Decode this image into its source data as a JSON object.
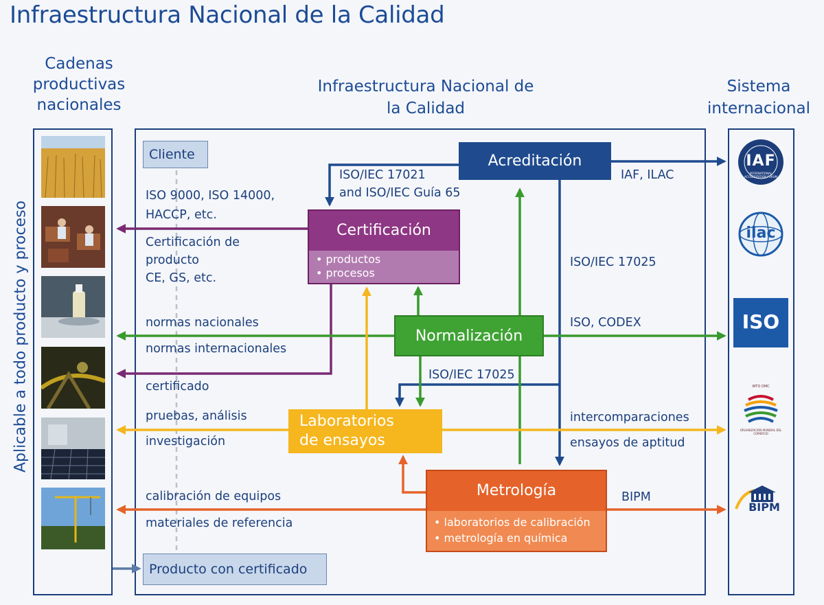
{
  "page_title": "Infraestructura Nacional de la Calidad",
  "columns": {
    "left_header": "Cadenas productivas nacionales",
    "center_header": "Infraestructura Nacional de la Calidad",
    "right_header": "Sistema internacional"
  },
  "vertical_label": "Aplicable a todo producto y proceso",
  "boxes": {
    "cliente": "Cliente",
    "producto": "Producto con certificado"
  },
  "nodes": {
    "acreditacion": {
      "title": "Acreditación",
      "color": "#1f4b8e"
    },
    "certificacion": {
      "title": "Certificación",
      "items": [
        "productos",
        "procesos"
      ],
      "color": "#8e3784"
    },
    "normalizacion": {
      "title": "Normalización",
      "color": "#3fa334"
    },
    "laboratorios": {
      "title_line1": "Laboratorios",
      "title_line2": "de ensayos",
      "color": "#f5b61e"
    },
    "metrologia": {
      "title": "Metrología",
      "items": [
        "laboratorios de calibración",
        "metrología en química"
      ],
      "color": "#e5632a"
    }
  },
  "labels": {
    "iso9000_l1": "ISO 9000, ISO 14000,",
    "iso9000_l2": "HACCP, etc.",
    "cert_prod_l1": "Certificación de",
    "cert_prod_l2": "producto",
    "cert_prod_l3": "CE, GS, etc.",
    "normas_nac": "normas nacionales",
    "normas_int": "normas internacionales",
    "certificado": "certificado",
    "pruebas": "pruebas, análisis",
    "investigacion": "investigación",
    "calibracion": "calibración de equipos",
    "materiales": "materiales de referencia",
    "iso17021_l1": "ISO/IEC 17021",
    "iso17021_l2": "and ISO/IEC Guía 65",
    "iaf_ilac": "IAF, ILAC",
    "iso17025_right": "ISO/IEC 17025",
    "iso_codex": "ISO, CODEX",
    "iso17025_mid": "ISO/IEC 17025",
    "intercomp": "intercomparaciones",
    "ensayos_apt": "ensayos de aptitud",
    "bipm": "BIPM"
  },
  "logos": {
    "iaf": "IAF",
    "iaf_ring": "INTERNATIONAL ACCREDITATION FORUM",
    "ilac": "ilac",
    "iso": "ISO",
    "wto_l1": "WTO OMC",
    "wto_l2": "ORGANIZACIÓN MUNDIAL DEL COMERCIO",
    "bipm": "BIPM"
  },
  "photos": [
    "wheat-field-photo",
    "factory-workers-photo",
    "lab-bottle-photo",
    "machinery-photo",
    "solar-panel-photo",
    "construction-crane-photo"
  ]
}
